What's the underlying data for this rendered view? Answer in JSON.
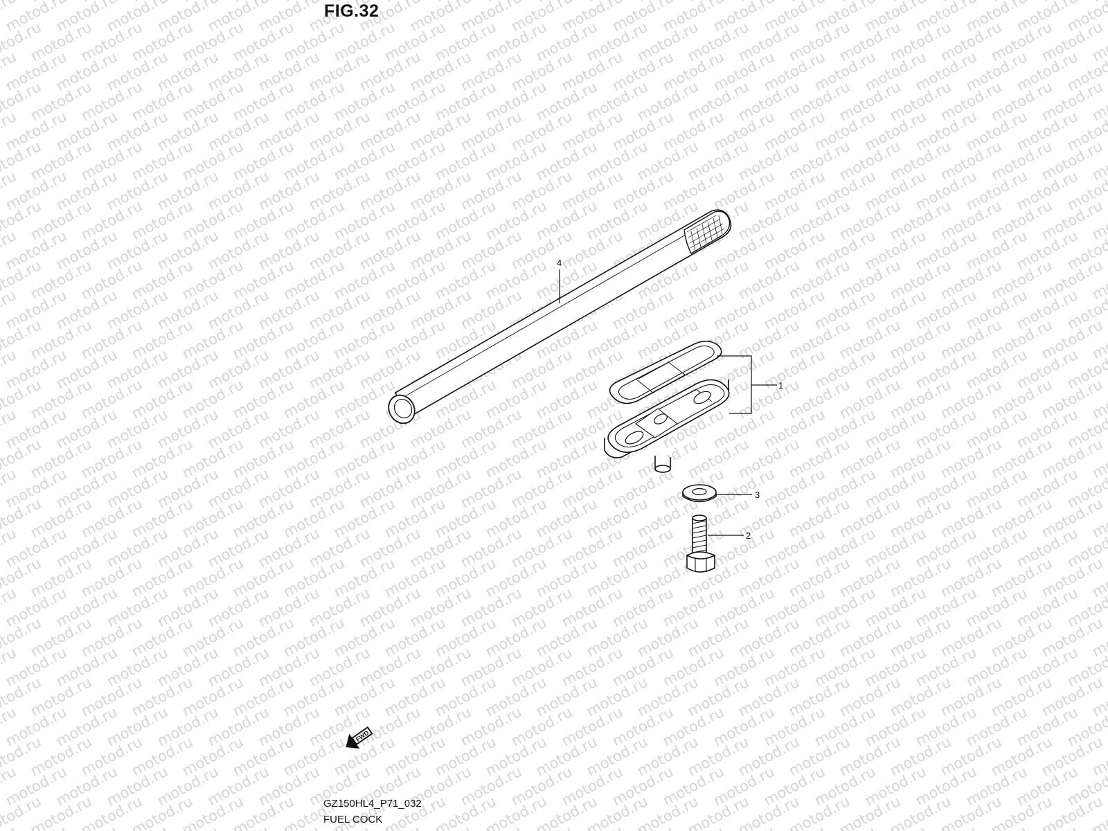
{
  "figure": {
    "title": "FIG.32"
  },
  "callouts": [
    {
      "number": "4",
      "part": "strainer-pipe"
    },
    {
      "number": "1",
      "part": "fuel-cock-gasket-and-plate"
    },
    {
      "number": "3",
      "part": "washer"
    },
    {
      "number": "2",
      "part": "bolt"
    }
  ],
  "fwd_arrow": {
    "label": "FWD"
  },
  "footer": {
    "code": "GZ150HL4_P71_032",
    "name": "FUEL COCK"
  },
  "watermark": {
    "text": "motod.ru",
    "color": "#d4d4d4"
  },
  "colors": {
    "line": "#111111",
    "background": "#ffffff"
  }
}
